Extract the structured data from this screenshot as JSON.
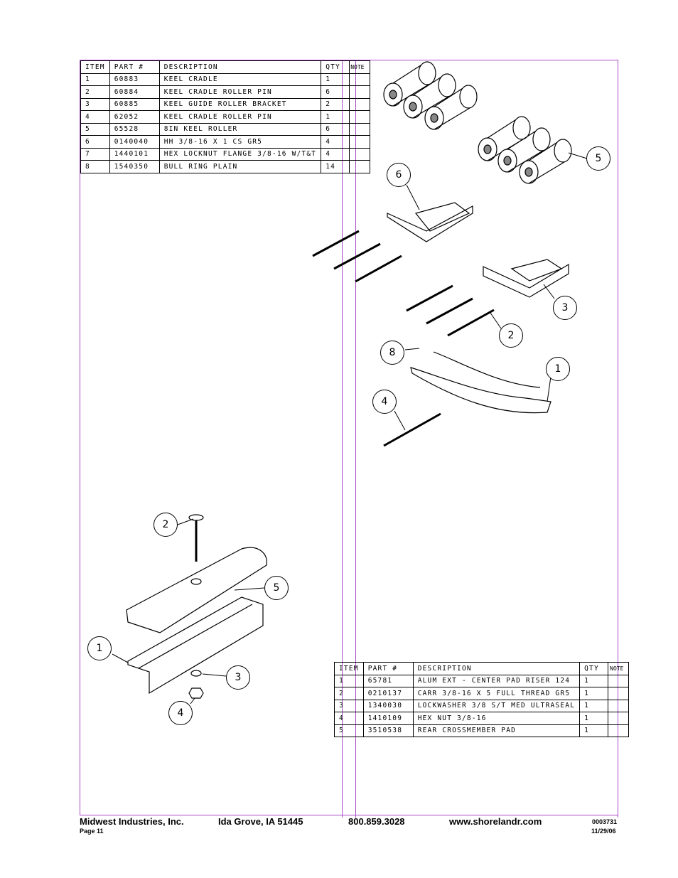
{
  "upper_table": {
    "headers": [
      "ITEM",
      "PART #",
      "DESCRIPTION",
      "QTY",
      "NOTE"
    ],
    "rows": [
      [
        "1",
        "60883",
        "KEEL CRADLE",
        "1",
        ""
      ],
      [
        "2",
        "60884",
        "KEEL CRADLE ROLLER PIN",
        "6",
        ""
      ],
      [
        "3",
        "60885",
        "KEEL GUIDE ROLLER BRACKET",
        "2",
        ""
      ],
      [
        "4",
        "62052",
        "KEEL CRADLE ROLLER PIN",
        "1",
        ""
      ],
      [
        "5",
        "65528",
        "8IN KEEL ROLLER",
        "6",
        ""
      ],
      [
        "6",
        "0140040",
        "HH 3/8-16 X 1 CS GR5",
        "4",
        ""
      ],
      [
        "7",
        "1440101",
        "HEX LOCKNUT FLANGE 3/8-16 W/T&T",
        "4",
        ""
      ],
      [
        "8",
        "1540350",
        "BULL RING PLAIN",
        "14",
        ""
      ]
    ]
  },
  "lower_table": {
    "headers": [
      "ITEM",
      "PART #",
      "DESCRIPTION",
      "QTY",
      "NOTE"
    ],
    "rows": [
      [
        "1",
        "65781",
        "ALUM EXT - CENTER PAD RISER 124",
        "1",
        ""
      ],
      [
        "2",
        "0210137",
        "CARR 3/8-16 X 5 FULL THREAD GR5",
        "1",
        ""
      ],
      [
        "3",
        "1340030",
        "LOCKWASHER 3/8 S/T MED ULTRASEAL",
        "1",
        ""
      ],
      [
        "4",
        "1410109",
        "HEX NUT 3/8-16",
        "1",
        ""
      ],
      [
        "5",
        "3510538",
        "REAR CROSSMEMBER PAD",
        "1",
        ""
      ]
    ]
  },
  "upper_callouts": [
    "5",
    "6",
    "3",
    "2",
    "8",
    "1",
    "4"
  ],
  "lower_callouts": [
    "2",
    "5",
    "1",
    "3",
    "4"
  ],
  "footer": {
    "company": "Midwest Industries, Inc.",
    "city": "Ida Grove, IA  51445",
    "phone": "800.859.3028",
    "website": "www.shorelandr.com",
    "doc_number": "0003731",
    "page": "Page 11",
    "date": "11/29/06"
  },
  "colors": {
    "frame": "#a64ac9",
    "ink": "#000000"
  }
}
